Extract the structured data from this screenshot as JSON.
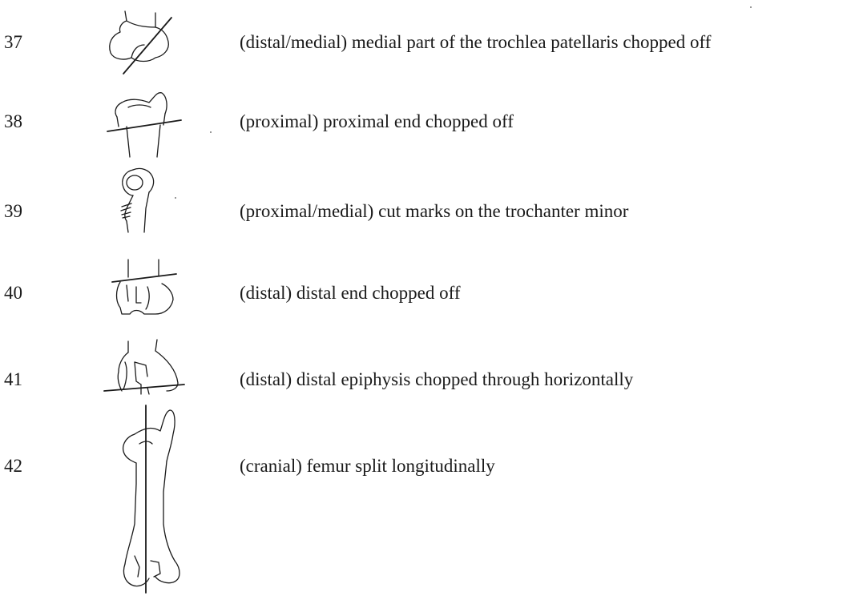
{
  "entries": [
    {
      "number": "37",
      "description": "(distal/medial) medial part of the trochlea patellaris chopped off",
      "icon": "femur-distal-medial-trochlea-cut-icon"
    },
    {
      "number": "38",
      "description": "(proximal) proximal end chopped off",
      "icon": "femur-proximal-end-cut-icon"
    },
    {
      "number": "39",
      "description": "(proximal/medial) cut marks on the trochanter minor",
      "icon": "femur-trochanter-minor-cut-marks-icon"
    },
    {
      "number": "40",
      "description": "(distal) distal end chopped off",
      "icon": "femur-distal-end-cut-icon"
    },
    {
      "number": "41",
      "description": "(distal) distal epiphysis chopped through horizontally",
      "icon": "femur-distal-epiphysis-horizontal-cut-icon"
    },
    {
      "number": "42",
      "description": "(cranial) femur split longitudinally",
      "icon": "femur-longitudinal-split-icon"
    }
  ]
}
